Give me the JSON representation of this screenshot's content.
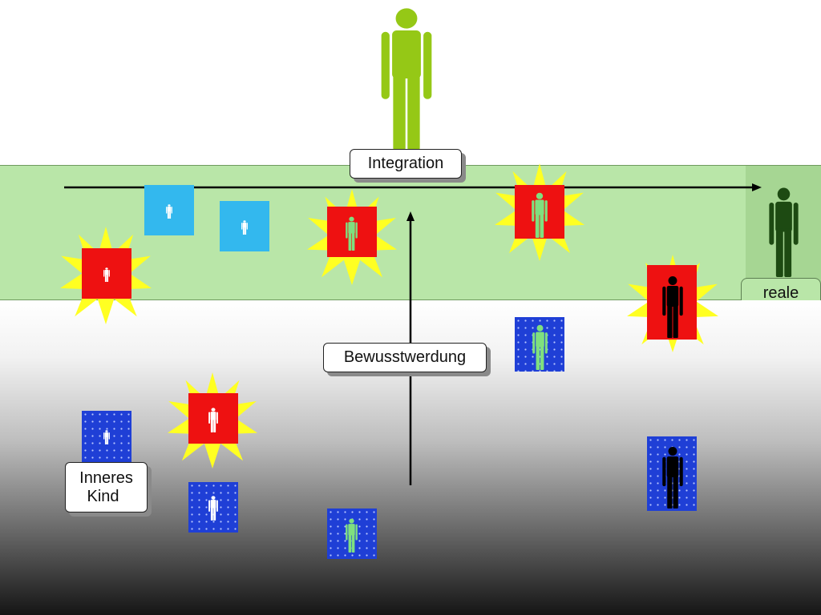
{
  "labels": {
    "integration": "Integration",
    "bewusstwerdung": "Bewusstwerdung",
    "inneres_kind_1": "Inneres",
    "inneres_kind_2": "Kind",
    "reale": "reale"
  },
  "colors": {
    "band": "#b9e6a8",
    "band_right": "#a6d693",
    "red_tile": "#ee1111",
    "cyan_tile": "#33b8ee",
    "blue_tile": "#1f3fd6",
    "burst": "#ffff22",
    "figure_green": "#95c816",
    "figure_light_green": "#7fe07f",
    "figure_dark_green": "#1d4a12",
    "figure_black": "#000000",
    "figure_white": "#ffffff"
  },
  "icons": [
    "person-icon",
    "burst-icon",
    "arrow-icon"
  ]
}
